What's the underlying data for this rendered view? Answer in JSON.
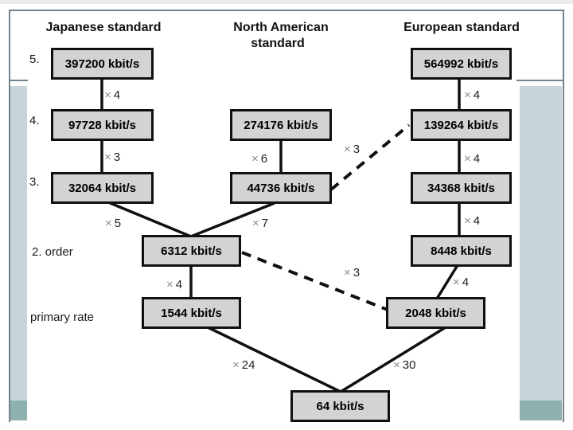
{
  "slide": {
    "headers": {
      "japanese": "Japanese standard",
      "north_american_line1": "North American",
      "north_american_line2": "standard",
      "european": "European standard"
    },
    "row_labels": {
      "l5": "5.",
      "l4": "4.",
      "l3": "3.",
      "l2": "2. order",
      "l1": "primary rate"
    },
    "nodes": {
      "j5": "397200 kbit/s",
      "j4": "97728 kbit/s",
      "j3": "32064 kbit/s",
      "n4": "274176 kbit/s",
      "n3": "44736 kbit/s",
      "e5": "564992 kbit/s",
      "e4": "139264 kbit/s",
      "e3": "34368 kbit/s",
      "e2": "8448 kbit/s",
      "c2": "6312 kbit/s",
      "c1": "1544 kbit/s",
      "p1": "2048 kbit/s",
      "b0": "64 kbit/s"
    },
    "edges": {
      "j54": {
        "sign": "×",
        "value": "4",
        "from": "97728",
        "to": "397200",
        "style": "solid"
      },
      "j43": {
        "sign": "×",
        "value": "3",
        "from": "32064",
        "to": "97728",
        "style": "solid"
      },
      "n43": {
        "sign": "×",
        "value": "6",
        "from": "44736",
        "to": "274176",
        "style": "solid"
      },
      "e54": {
        "sign": "×",
        "value": "4",
        "from": "139264",
        "to": "564992",
        "style": "solid"
      },
      "e43": {
        "sign": "×",
        "value": "4",
        "from": "34368",
        "to": "139264",
        "style": "solid"
      },
      "e32": {
        "sign": "×",
        "value": "4",
        "from": "8448",
        "to": "34368",
        "style": "solid"
      },
      "e21": {
        "sign": "×",
        "value": "4",
        "from": "2048",
        "to": "8448",
        "style": "solid"
      },
      "c21": {
        "sign": "×",
        "value": "4",
        "from": "1544",
        "to": "6312",
        "style": "solid"
      },
      "x5": {
        "sign": "×",
        "value": "5",
        "from": "6312",
        "to": "32064",
        "style": "solid"
      },
      "x7": {
        "sign": "×",
        "value": "7",
        "from": "6312",
        "to": "44736",
        "style": "solid"
      },
      "d1": {
        "sign": "×",
        "value": "3",
        "from": "44736",
        "to": "139264",
        "style": "dashed"
      },
      "d2": {
        "sign": "×",
        "value": "3",
        "from": "2048",
        "to": "6312",
        "style": "dashed"
      },
      "x24": {
        "sign": "×",
        "value": "24",
        "from": "64",
        "to": "1544",
        "style": "solid"
      },
      "x30": {
        "sign": "×",
        "value": "30",
        "from": "64",
        "to": "2048",
        "style": "solid"
      }
    },
    "colors": {
      "box_fill": "#d3d3d3",
      "box_border": "#101010",
      "line_color": "#101010",
      "frame_line": "#72828e",
      "accent_bar": "#c7d5da",
      "accent_bar_foot": "#8fb1ad"
    }
  }
}
